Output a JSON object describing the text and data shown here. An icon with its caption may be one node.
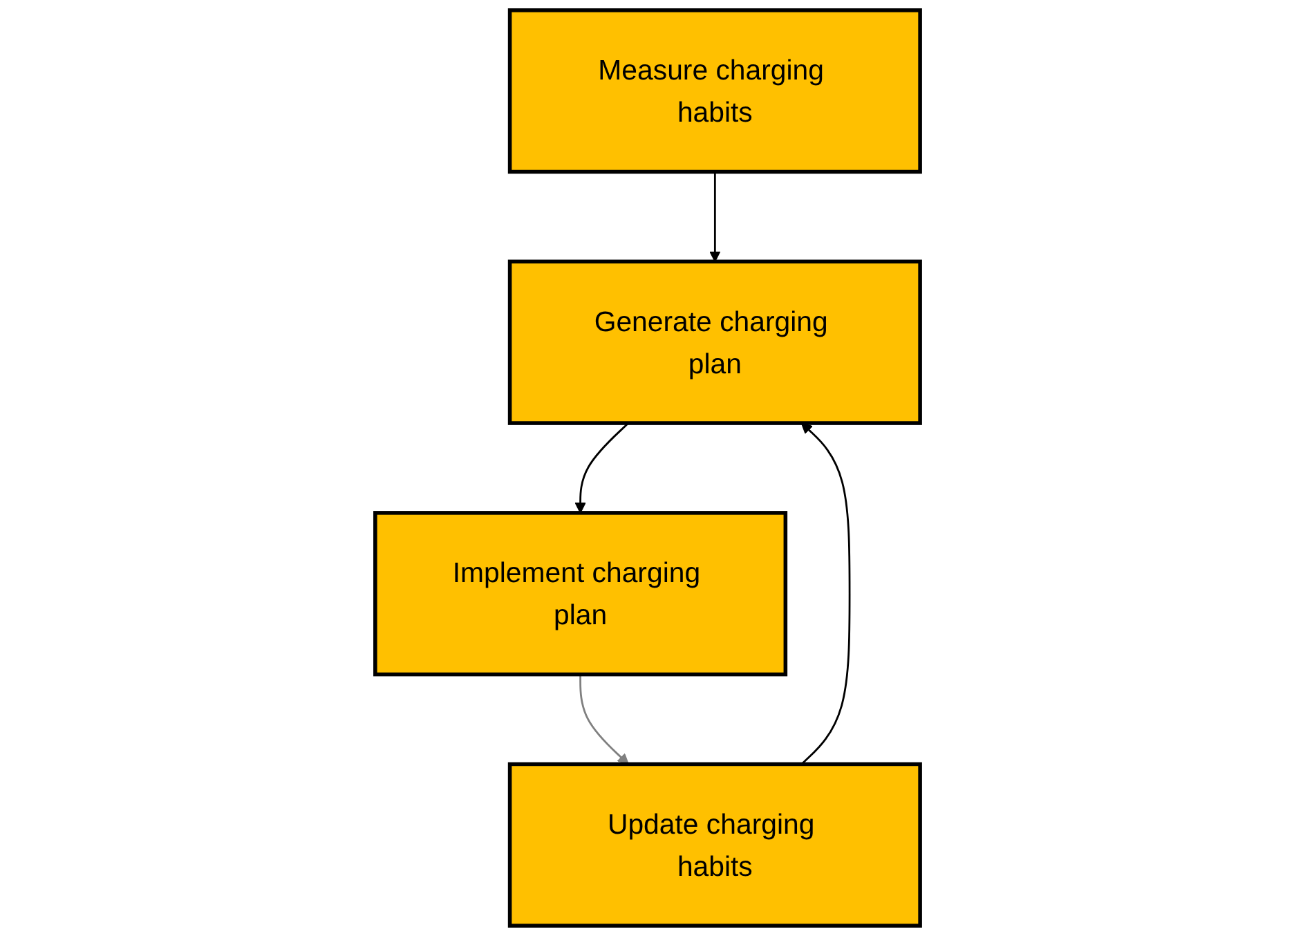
{
  "diagram": {
    "nodes": [
      {
        "text": [
          "Measure charging habits"
        ]
      },
      {
        "text": [
          "Generate charging plan"
        ]
      },
      {
        "text": [
          "Implement charging plan"
        ]
      },
      {
        "text": [
          "Update charging habits"
        ]
      }
    ],
    "edges": [
      {
        "from": 0,
        "to": 1,
        "arrow": "to"
      },
      {
        "from": 1,
        "to": 2,
        "arrow": "to"
      },
      {
        "from": 2,
        "to": 3,
        "arrow": "to",
        "color": "#808080"
      },
      {
        "from": 3,
        "to": 1,
        "arrow": "to"
      }
    ]
  }
}
